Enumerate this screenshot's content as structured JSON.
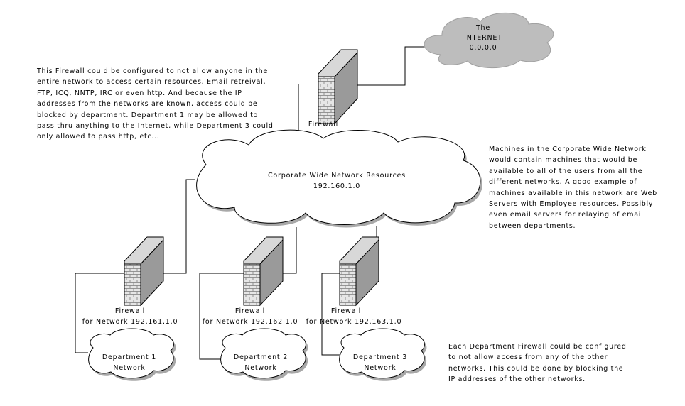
{
  "internet": {
    "lines": [
      "The",
      "INTERNET",
      "0.0.0.0"
    ]
  },
  "top_firewall": {
    "label": "Firewall"
  },
  "corporate": {
    "lines": [
      "Corporate Wide Network Resources",
      "192.160.1.0"
    ]
  },
  "dept_firewalls": [
    {
      "lines": [
        "Firewall",
        "for Network 192.161.1.0"
      ]
    },
    {
      "lines": [
        "Firewall",
        "for Network 192.162.1.0"
      ]
    },
    {
      "lines": [
        "Firewall",
        "for Network 192.163.1.0"
      ]
    }
  ],
  "departments": [
    {
      "lines": [
        "Department 1",
        "Network"
      ]
    },
    {
      "lines": [
        "Department 2",
        "Network"
      ]
    },
    {
      "lines": [
        "Department 3",
        "Network"
      ]
    }
  ],
  "notes": {
    "firewall_note": [
      "This Firewall could be configured to not allow anyone in the",
      "entire network to access certain resources. Email retreival,",
      "FTP, ICQ, NNTP, IRC or even http. And because the IP",
      "addresses from the networks are known, access could be",
      "blocked by department. Department 1 may be allowed to",
      "pass thru anything to the Internet, while Department 3 could",
      "only allowed to pass http, etc..."
    ],
    "corporate_note": [
      "Machines in the Corporate Wide Network",
      "would contain machines that would be",
      "available to all of the users from all the",
      "different networks. A good example of",
      "machines available in this network are Web",
      "Servers with Employee resources. Possibly",
      "even email servers for relaying of email",
      "between departments."
    ],
    "department_note": [
      "Each Department Firewall could be configured",
      "to not allow access from any of the other",
      "networks. This could be done by blocking the",
      "IP addresses of the other networks."
    ]
  }
}
